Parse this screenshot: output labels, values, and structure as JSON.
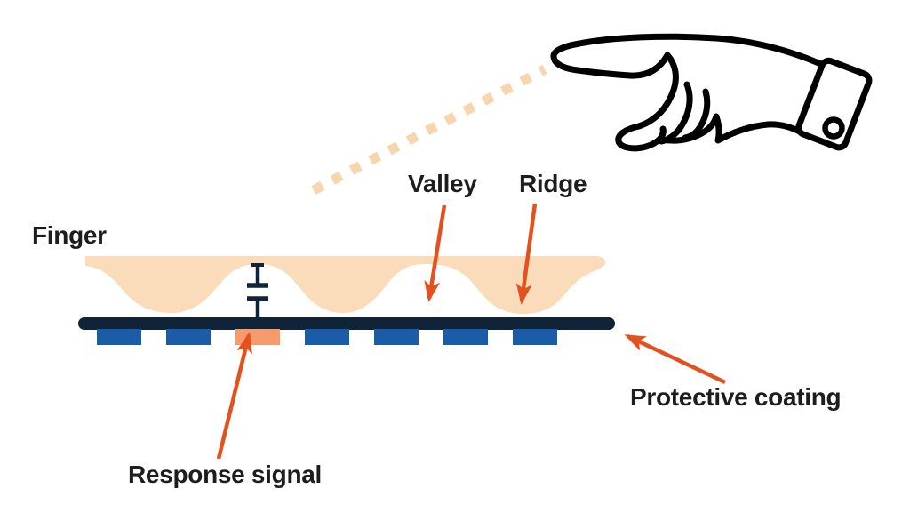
{
  "figure": {
    "labels": {
      "finger": "Finger",
      "valley": "Valley",
      "ridge": "Ridge",
      "protective_coating": "Protective coating",
      "response_signal": "Response signal"
    },
    "icons": {
      "hand": "pointing-hand-icon"
    },
    "colors": {
      "skin": "#FADCBA",
      "dash": "#F9D5AE",
      "coating_navy": "#0F2439",
      "electrode_blue": "#1A5CA8",
      "electrode_active": "#F89B6C",
      "arrow": "#E5511E",
      "hand_outline": "#000000",
      "text": "#1D1D1D",
      "background": "#FFFFFF"
    },
    "sensor": {
      "electrodes": [
        "blue",
        "blue",
        "active",
        "blue",
        "blue",
        "blue",
        "blue"
      ]
    }
  }
}
